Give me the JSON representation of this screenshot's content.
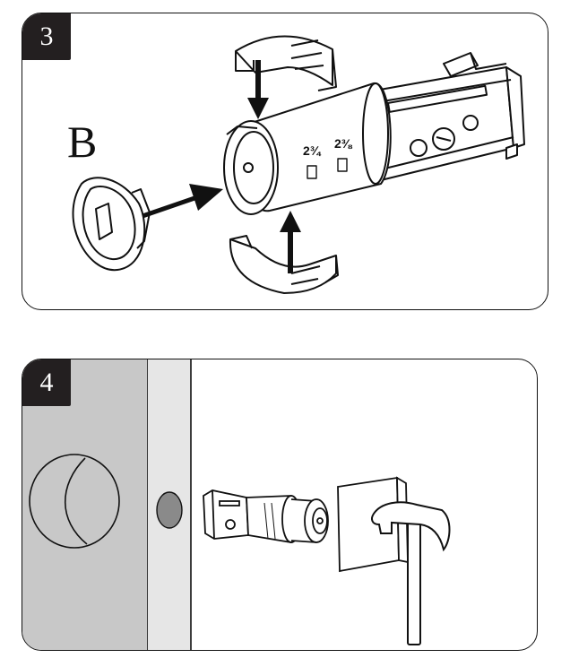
{
  "steps": [
    {
      "number": "3",
      "callout_letter": "B"
    },
    {
      "number": "4"
    }
  ],
  "backset_labels": {
    "short": "2¾",
    "long": "2⅜"
  },
  "colors": {
    "badge": "#231f20",
    "door_face": "#c8c8c8",
    "door_edge": "#e6e6e6",
    "hole": "#8a8a8a",
    "outline": "#111111"
  },
  "icons": [
    "arrow-down-icon",
    "arrow-up-icon",
    "arrow-right-icon",
    "hammer-icon"
  ]
}
